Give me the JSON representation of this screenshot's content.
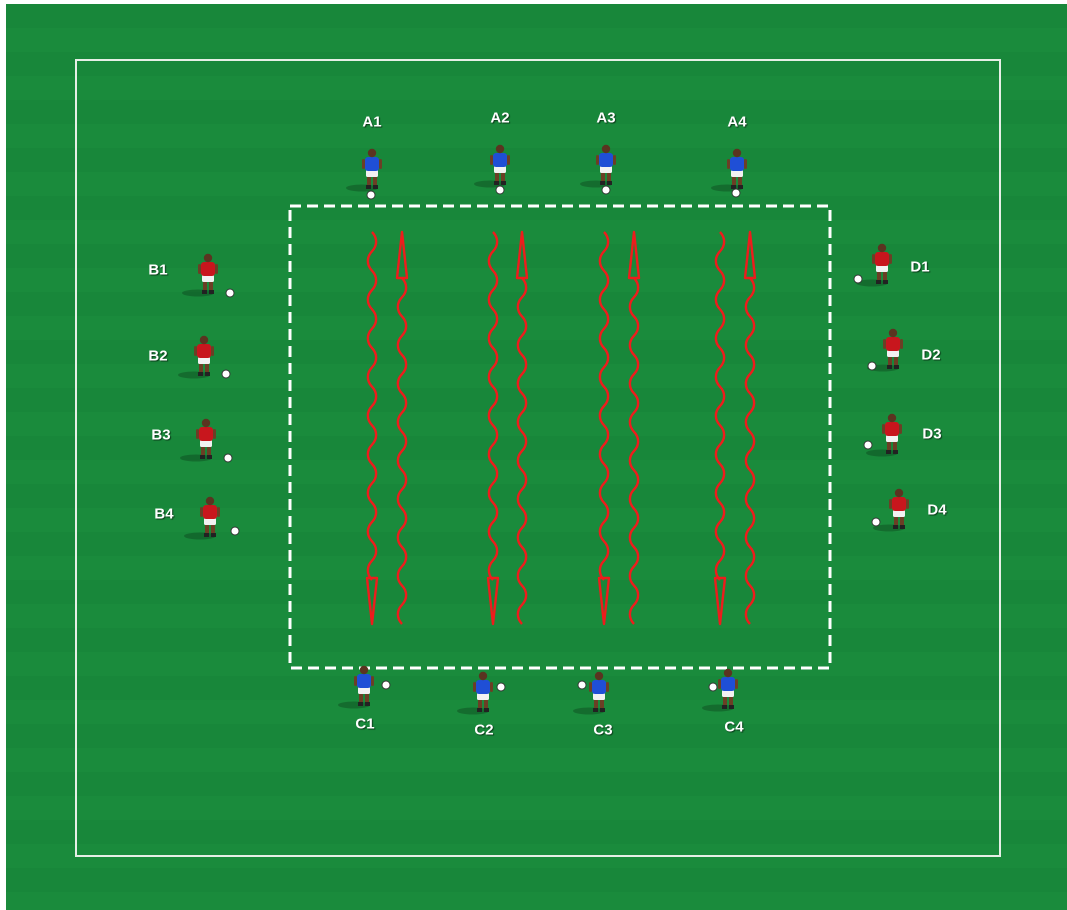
{
  "diagram": {
    "colors": {
      "grass": "#18873a",
      "boundary": "#e6efe6",
      "area_dash": "#ffffff",
      "arrows": "#ee1c1c",
      "team_blue": "#1f4fd6",
      "team_red": "#c8161d"
    },
    "players": [
      {
        "label": "A1",
        "team": "blue"
      },
      {
        "label": "A2",
        "team": "blue"
      },
      {
        "label": "A3",
        "team": "blue"
      },
      {
        "label": "A4",
        "team": "blue"
      },
      {
        "label": "B1",
        "team": "red"
      },
      {
        "label": "B2",
        "team": "red"
      },
      {
        "label": "B3",
        "team": "red"
      },
      {
        "label": "B4",
        "team": "red"
      },
      {
        "label": "C1",
        "team": "blue"
      },
      {
        "label": "C2",
        "team": "blue"
      },
      {
        "label": "C3",
        "team": "blue"
      },
      {
        "label": "C4",
        "team": "blue"
      },
      {
        "label": "D1",
        "team": "red"
      },
      {
        "label": "D2",
        "team": "red"
      },
      {
        "label": "D3",
        "team": "red"
      },
      {
        "label": "D4",
        "team": "red"
      }
    ],
    "dribble_lanes": [
      {
        "lane": 1,
        "arrows": [
          "down",
          "up"
        ]
      },
      {
        "lane": 2,
        "arrows": [
          "down",
          "up"
        ]
      },
      {
        "lane": 3,
        "arrows": [
          "down",
          "up"
        ]
      },
      {
        "lane": 4,
        "arrows": [
          "down",
          "up"
        ]
      }
    ]
  }
}
